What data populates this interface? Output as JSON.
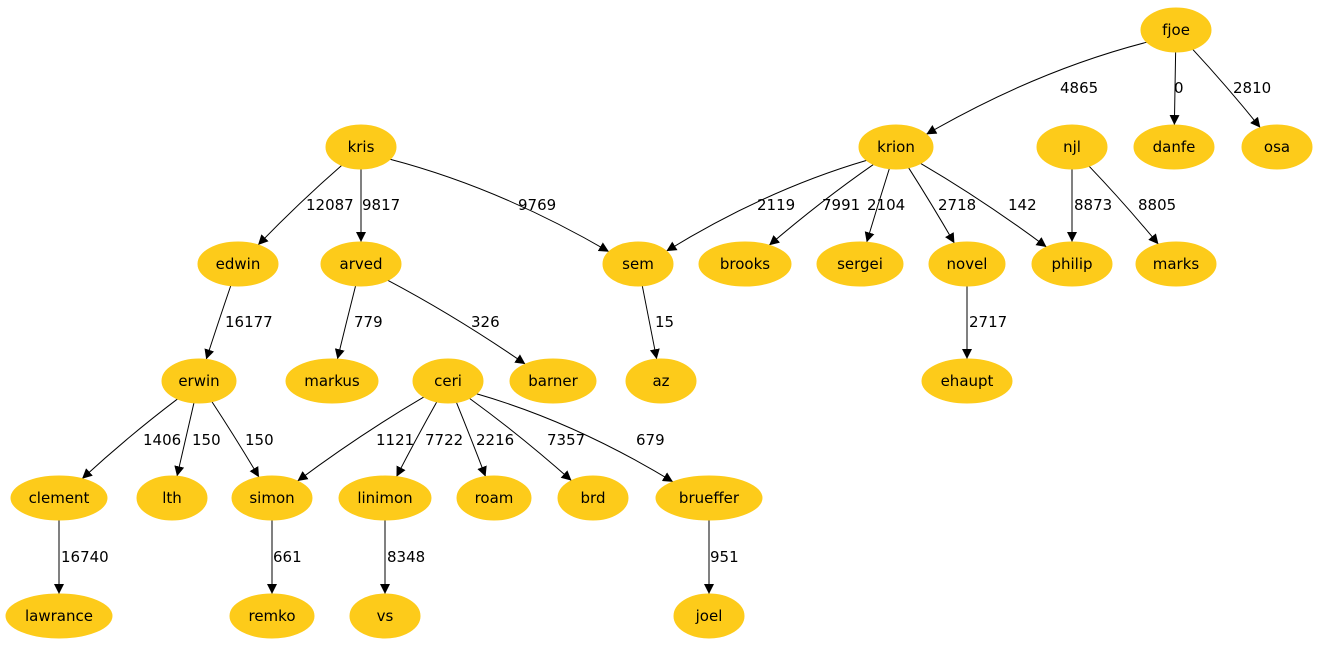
{
  "diagram": {
    "type": "directed-graph",
    "node_color": "#fdcb1a",
    "edge_color": "#000000",
    "nodes": [
      {
        "id": "fjoe",
        "label": "fjoe"
      },
      {
        "id": "kris",
        "label": "kris"
      },
      {
        "id": "krion",
        "label": "krion"
      },
      {
        "id": "njl",
        "label": "njl"
      },
      {
        "id": "danfe",
        "label": "danfe"
      },
      {
        "id": "osa",
        "label": "osa"
      },
      {
        "id": "edwin",
        "label": "edwin"
      },
      {
        "id": "arved",
        "label": "arved"
      },
      {
        "id": "sem",
        "label": "sem"
      },
      {
        "id": "brooks",
        "label": "brooks"
      },
      {
        "id": "sergei",
        "label": "sergei"
      },
      {
        "id": "novel",
        "label": "novel"
      },
      {
        "id": "philip",
        "label": "philip"
      },
      {
        "id": "marks",
        "label": "marks"
      },
      {
        "id": "erwin",
        "label": "erwin"
      },
      {
        "id": "markus",
        "label": "markus"
      },
      {
        "id": "ceri",
        "label": "ceri"
      },
      {
        "id": "barner",
        "label": "barner"
      },
      {
        "id": "az",
        "label": "az"
      },
      {
        "id": "ehaupt",
        "label": "ehaupt"
      },
      {
        "id": "clement",
        "label": "clement"
      },
      {
        "id": "lth",
        "label": "lth"
      },
      {
        "id": "simon",
        "label": "simon"
      },
      {
        "id": "linimon",
        "label": "linimon"
      },
      {
        "id": "roam",
        "label": "roam"
      },
      {
        "id": "brd",
        "label": "brd"
      },
      {
        "id": "brueffer",
        "label": "brueffer"
      },
      {
        "id": "lawrance",
        "label": "lawrance"
      },
      {
        "id": "remko",
        "label": "remko"
      },
      {
        "id": "vs",
        "label": "vs"
      },
      {
        "id": "joel",
        "label": "joel"
      }
    ],
    "edges": [
      {
        "from": "fjoe",
        "to": "krion",
        "label": "4865"
      },
      {
        "from": "fjoe",
        "to": "danfe",
        "label": "0"
      },
      {
        "from": "fjoe",
        "to": "osa",
        "label": "2810"
      },
      {
        "from": "kris",
        "to": "edwin",
        "label": "12087"
      },
      {
        "from": "kris",
        "to": "arved",
        "label": "9817"
      },
      {
        "from": "kris",
        "to": "sem",
        "label": "9769"
      },
      {
        "from": "krion",
        "to": "sem",
        "label": "2119"
      },
      {
        "from": "krion",
        "to": "brooks",
        "label": "7991"
      },
      {
        "from": "krion",
        "to": "sergei",
        "label": "2104"
      },
      {
        "from": "krion",
        "to": "novel",
        "label": "2718"
      },
      {
        "from": "krion",
        "to": "philip",
        "label": "142"
      },
      {
        "from": "njl",
        "to": "philip",
        "label": "8873"
      },
      {
        "from": "njl",
        "to": "marks",
        "label": "8805"
      },
      {
        "from": "edwin",
        "to": "erwin",
        "label": "16177"
      },
      {
        "from": "arved",
        "to": "markus",
        "label": "779"
      },
      {
        "from": "arved",
        "to": "barner",
        "label": "326"
      },
      {
        "from": "sem",
        "to": "az",
        "label": "15"
      },
      {
        "from": "novel",
        "to": "ehaupt",
        "label": "2717"
      },
      {
        "from": "erwin",
        "to": "clement",
        "label": "1406"
      },
      {
        "from": "erwin",
        "to": "lth",
        "label": "150"
      },
      {
        "from": "erwin",
        "to": "simon",
        "label": "150"
      },
      {
        "from": "ceri",
        "to": "simon",
        "label": "1121"
      },
      {
        "from": "ceri",
        "to": "linimon",
        "label": "7722"
      },
      {
        "from": "ceri",
        "to": "roam",
        "label": "2216"
      },
      {
        "from": "ceri",
        "to": "brd",
        "label": "7357"
      },
      {
        "from": "ceri",
        "to": "brueffer",
        "label": "679"
      },
      {
        "from": "clement",
        "to": "lawrance",
        "label": "16740"
      },
      {
        "from": "simon",
        "to": "remko",
        "label": "661"
      },
      {
        "from": "linimon",
        "to": "vs",
        "label": "8348"
      },
      {
        "from": "brueffer",
        "to": "joel",
        "label": "951"
      }
    ]
  }
}
